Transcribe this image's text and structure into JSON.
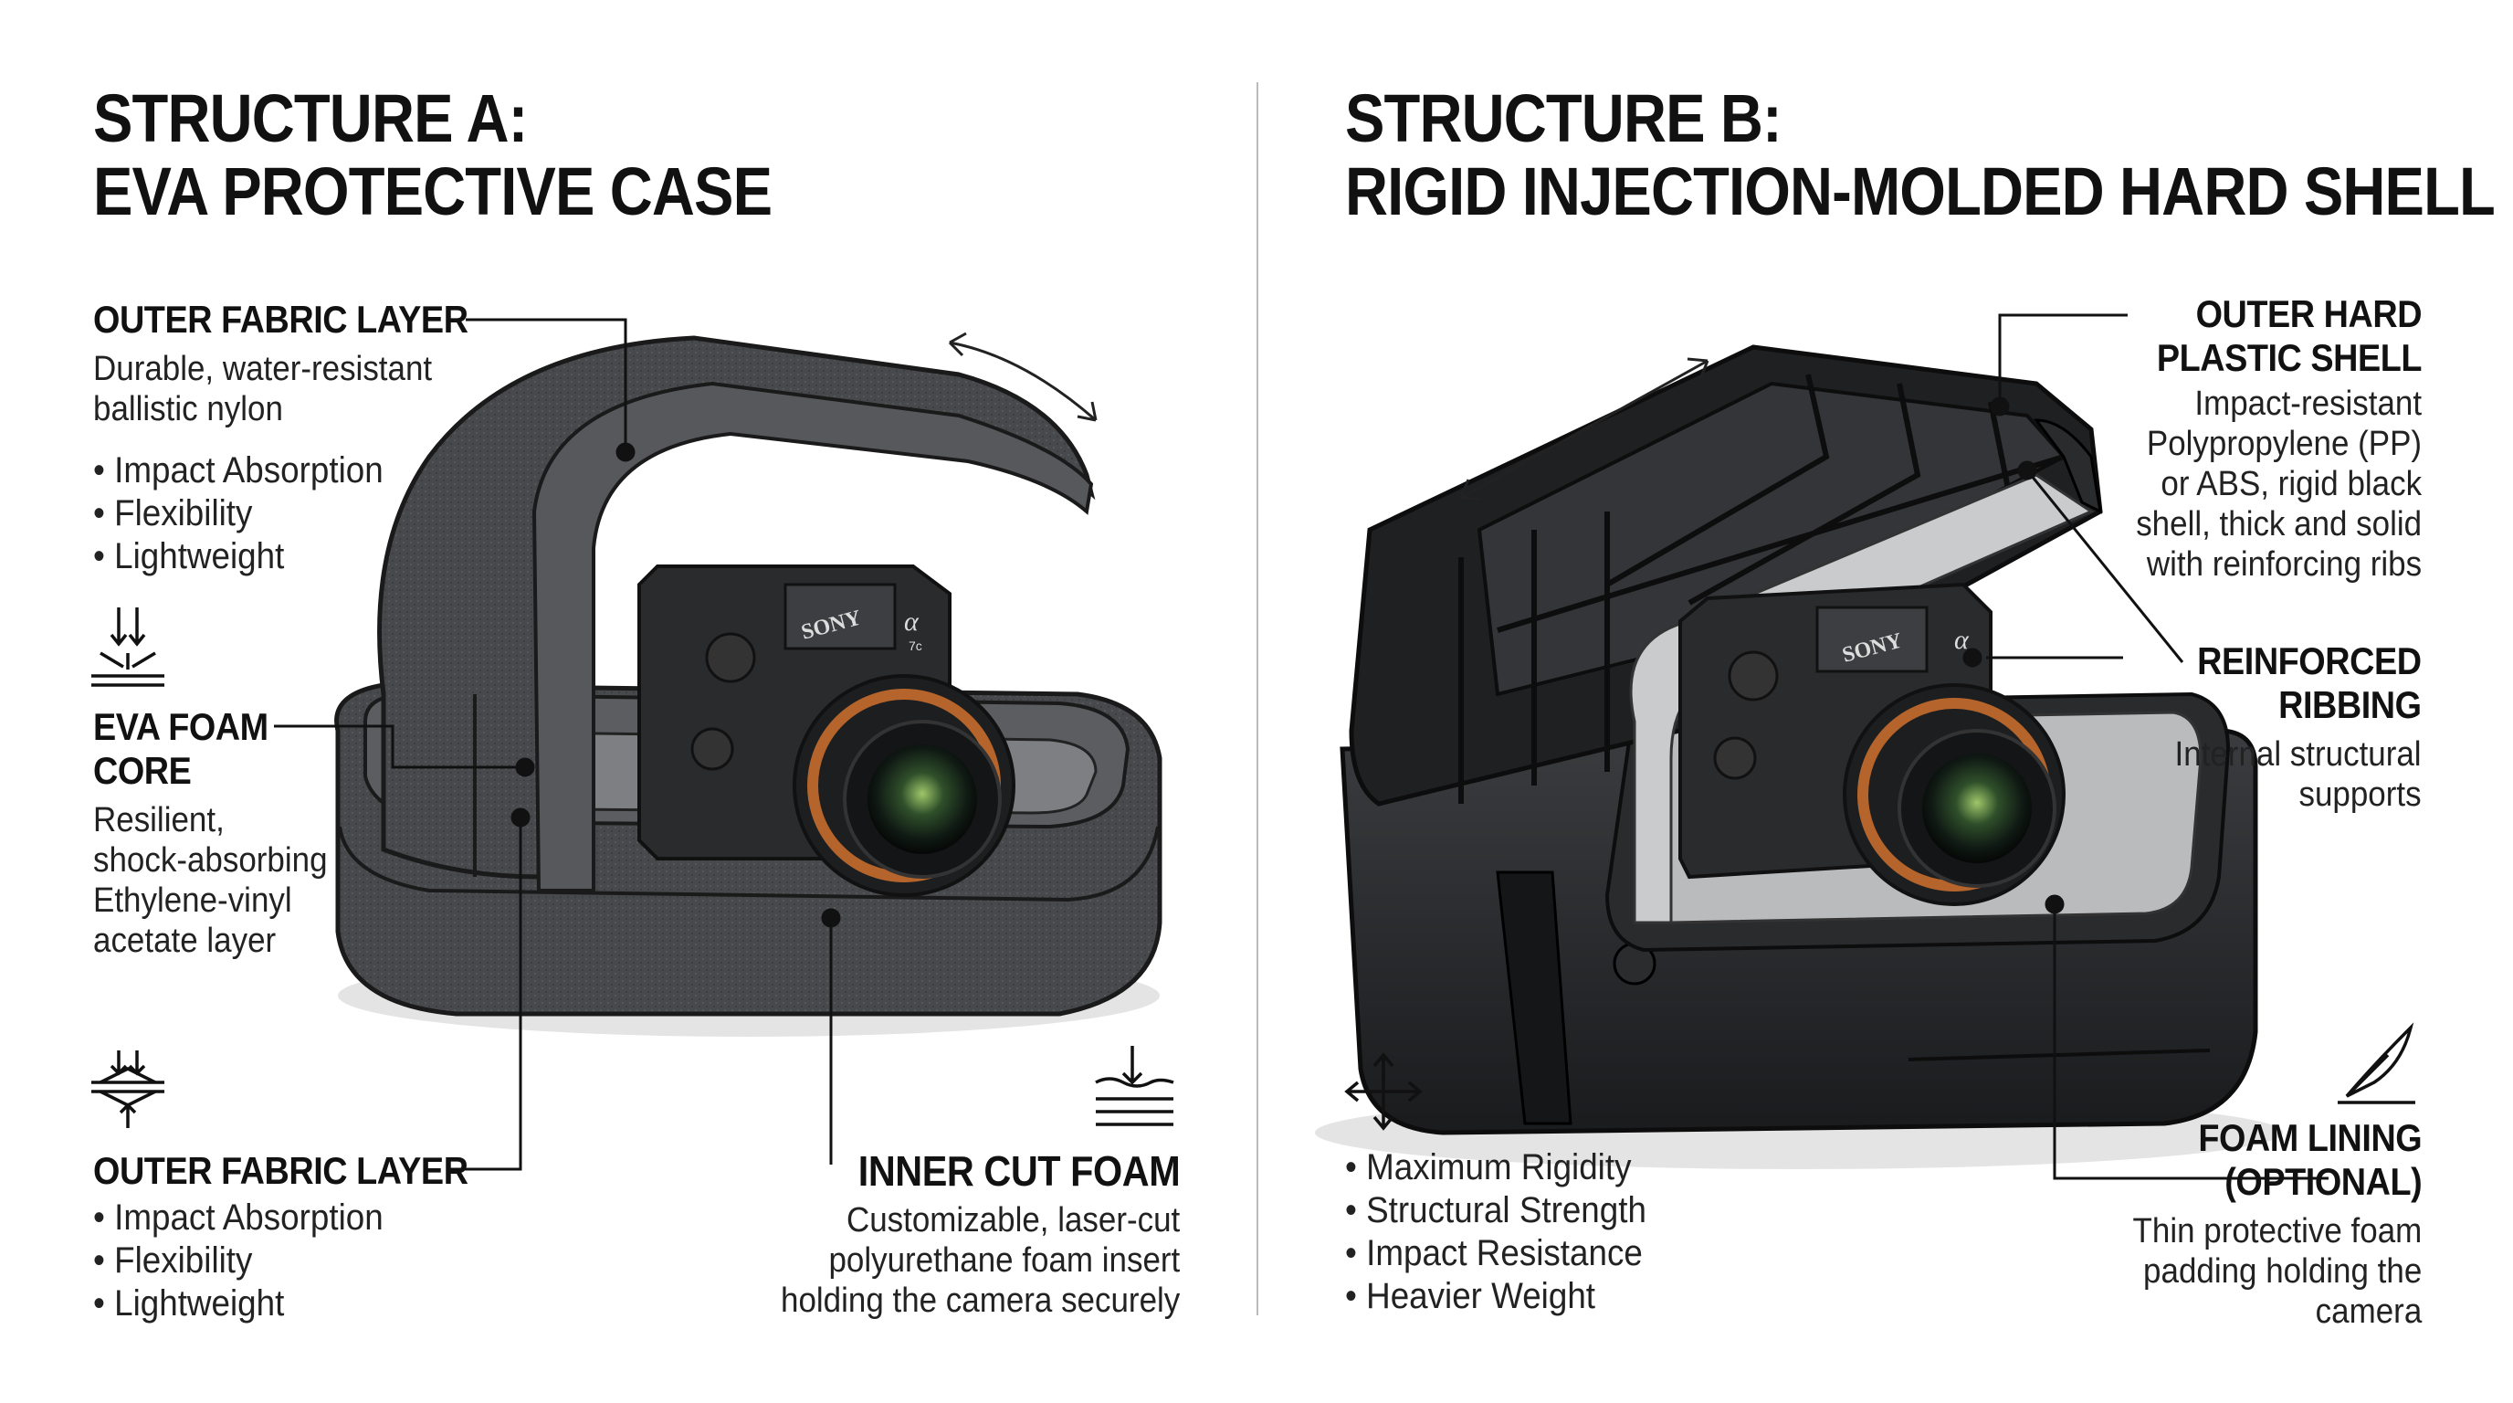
{
  "left": {
    "title_lines": [
      "STRUCTURE A:",
      "EVA PROTECTIVE CASE"
    ],
    "outer_fabric_top": {
      "heading": "OUTER FABRIC LAYER",
      "desc_lines": [
        "Durable, water-resistant",
        "ballistic nylon"
      ],
      "bullets": [
        "Impact Absorption",
        "Flexibility",
        "Lightweight"
      ]
    },
    "eva_foam": {
      "heading_lines": [
        "EVA FOAM",
        "CORE"
      ],
      "desc_lines": [
        "Resilient,",
        "shock-absorbing",
        "Ethylene-vinyl",
        "acetate layer"
      ]
    },
    "outer_fabric_bottom": {
      "heading": "OUTER FABRIC LAYER",
      "bullets": [
        "Impact Absorption",
        "Flexibility",
        "Lightweight"
      ]
    },
    "inner_foam": {
      "heading": "INNER CUT FOAM",
      "desc_lines": [
        "Customizable, laser-cut",
        "polyurethane foam insert",
        "holding the camera securely"
      ]
    }
  },
  "right": {
    "title_lines": [
      "STRUCTURE B:",
      "RIGID INJECTION-MOLDED HARD SHELL"
    ],
    "outer_shell": {
      "heading_lines": [
        "OUTER HARD",
        "PLASTIC SHELL"
      ],
      "desc_lines": [
        "Impact-resistant",
        "Polypropylene (PP)",
        "or ABS, rigid black",
        "shell, thick and solid",
        "with reinforcing ribs"
      ]
    },
    "ribbing": {
      "heading_lines": [
        "REINFORCED",
        "RIBBING"
      ],
      "desc_lines": [
        "Internal structural",
        "supports"
      ]
    },
    "properties": {
      "bullets": [
        "Maximum Rigidity",
        "Structural Strength",
        "Impact Resistance",
        "Heavier Weight"
      ]
    },
    "foam_lining": {
      "heading_lines": [
        "FOAM LINING",
        "(OPTIONAL)"
      ],
      "desc_lines": [
        "Thin protective foam",
        "padding holding the",
        "camera"
      ]
    }
  },
  "camera": {
    "brand": "SONY",
    "model_mark": "α",
    "model_sub": "7c"
  },
  "icons": {
    "compress": "compression-arrows-icon",
    "impact": "impact-absorb-icon",
    "foam_layers": "foam-layers-icon",
    "move": "four-way-arrows-icon",
    "feather": "feather-icon"
  },
  "colors": {
    "eva_shell": "#3c3d40",
    "eva_band": "#56585c",
    "hard_shell": "#1f2022",
    "foam_gray": "#8a8c8f",
    "foam_light": "#b9bbbd",
    "lens_ring": "#b5652b",
    "text": "#111111"
  }
}
